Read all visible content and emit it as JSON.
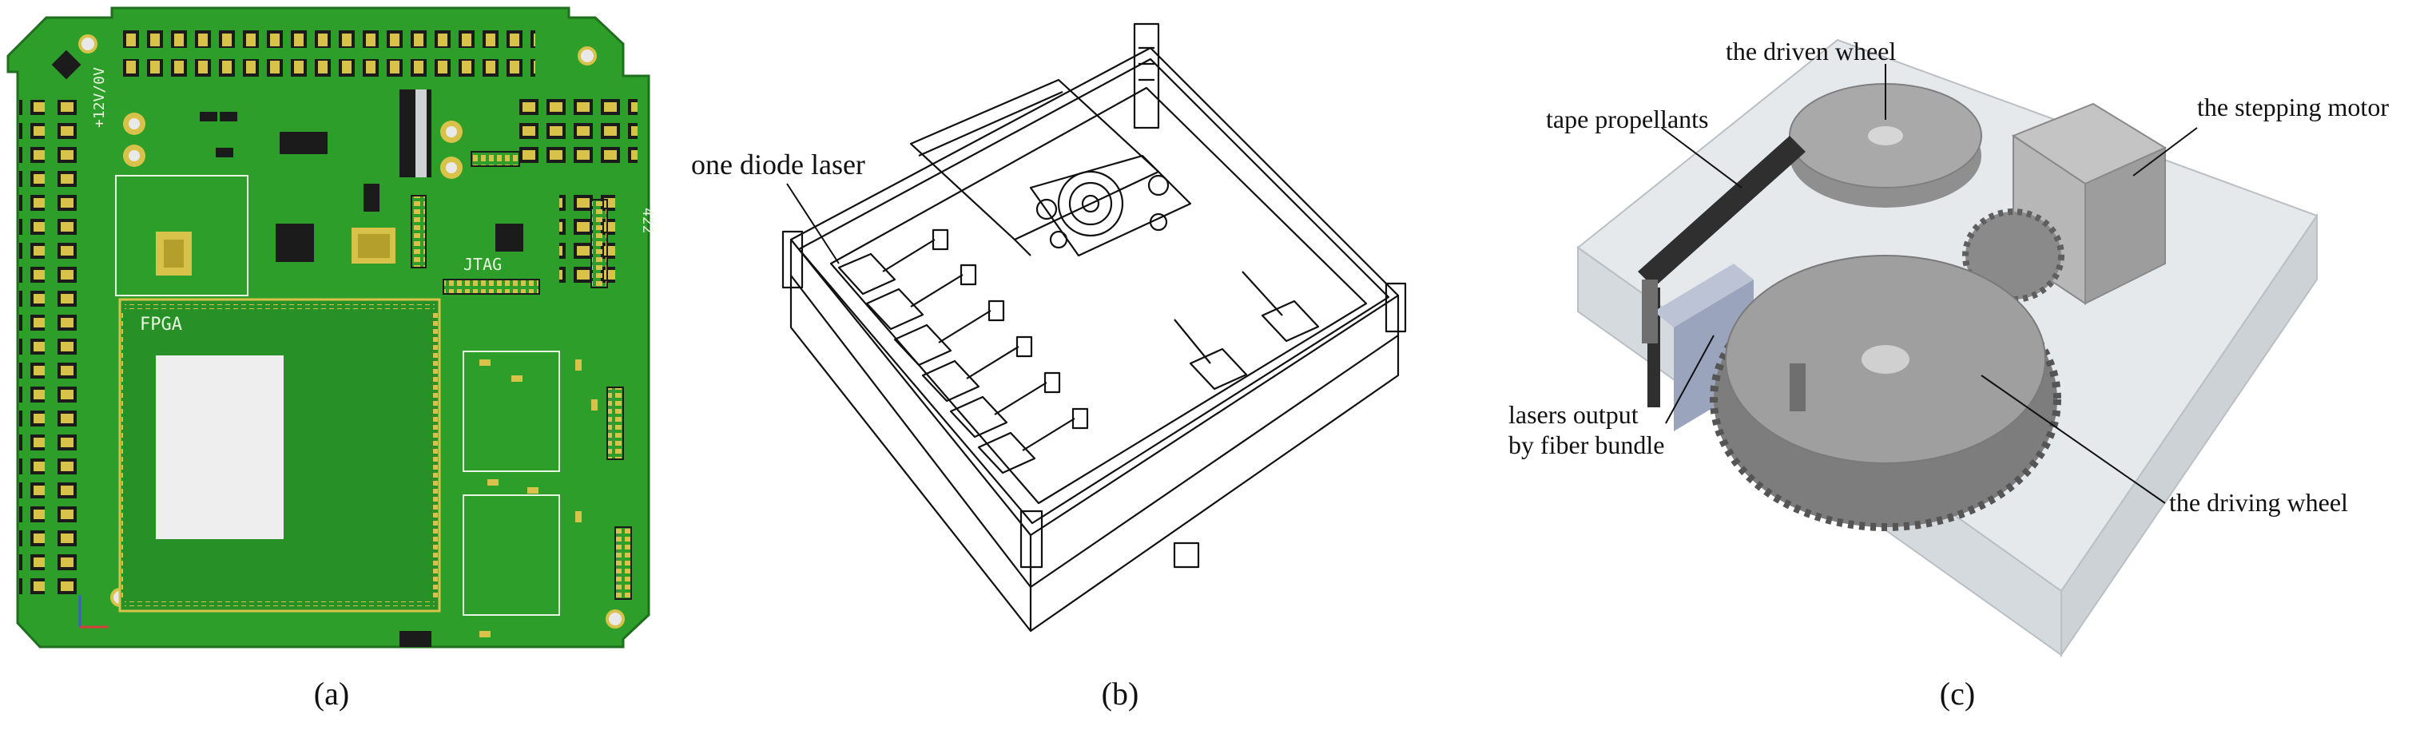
{
  "panels": {
    "a": {
      "caption": "(a)",
      "board_texts": {
        "fpga": "FPGA",
        "jtag": "JTAG",
        "v1": "+12V/0V",
        "v2": "422"
      }
    },
    "b": {
      "caption": "(b)",
      "callout": "one diode laser"
    },
    "c": {
      "caption": "(c)",
      "callouts": {
        "driven_wheel": "the driven wheel",
        "stepping_motor": "the stepping motor",
        "tape_propellants": "tape propellants",
        "lasers_output_line1": "lasers output",
        "lasers_output_line2": "by fiber bundle",
        "driving_wheel": "the driving wheel"
      }
    }
  },
  "colors": {
    "pcb_green": "#2e9e2a",
    "pcb_dark": "#1f7d1f",
    "pad_gold": "#d8c24a",
    "chip_black": "#1b1b1b",
    "ink": "#111111",
    "acrylic": "#dfe3e6",
    "wheel_gray": "#8d8d8d"
  }
}
